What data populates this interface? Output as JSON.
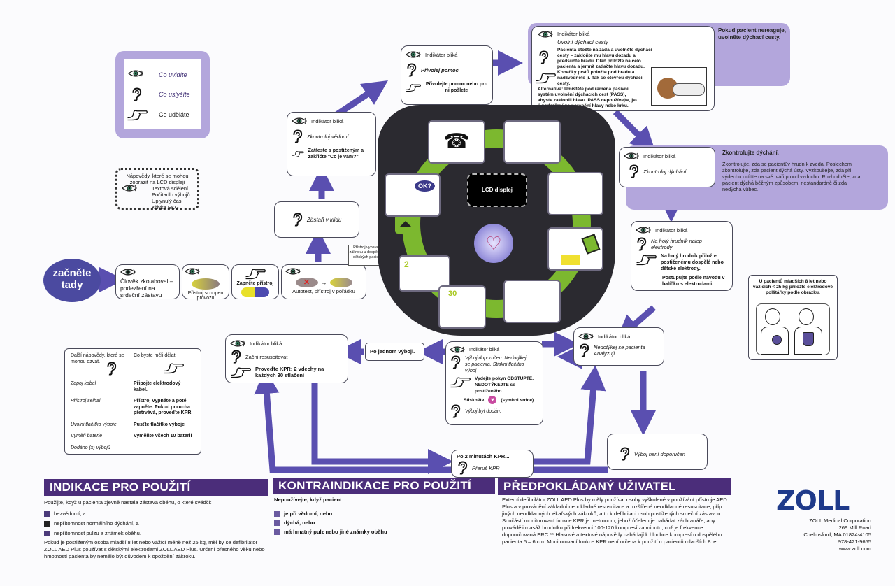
{
  "legend": {
    "see": "Co uvidíte",
    "hear": "Co uslyšíte",
    "do": "Co uděláte"
  },
  "lcd_hints": {
    "title": "Nápovědy, které se mohou zobrazit na LCD displeji",
    "items": [
      "Textová sdělení",
      "Počitadlo výbojů",
      "Uplynulý čas",
      "Křivka EKG"
    ]
  },
  "start": {
    "label_line1": "začněte",
    "label_line2": "tady"
  },
  "steps_row": {
    "collapsed": "Člověk zkolaboval – podezření na srdeční zástavu",
    "ready": "Přístroj schopen provozu",
    "power_on": "Zapněte přístroj",
    "selftest": "Autotest, přístroj v pořádku",
    "pediatric_note": "Přístroj vybaven k zákroku u dospělých a dětských pacientů"
  },
  "stay_calm": {
    "hear": "Zůstaň v klidu"
  },
  "check_resp": {
    "see": "Indikátor bliká",
    "hear": "Zkontroluj vědomí",
    "do": "Zatřeste s postiženým a zakřičte \"Co je vám?\""
  },
  "call_help": {
    "see": "Indikátor bliká",
    "hear": "Přivolej pomoc",
    "do": "Přivolejte pomoc nebo pro ni pošlete"
  },
  "airway": {
    "see": "Indikátor bliká",
    "hear": "Uvolni dýchací cesty",
    "do": "Pacienta otočte na záda a uvolněte dýchací cesty – zakloňte mu hlavu dozadu a předsuňte bradu. Dlaň přiložte na čelo pacienta a jemně zatlačte hlavu dozadu. Konečky prstů položte pod bradu a nadzvedněte ji. Tak se otevřou dýchací cesty.",
    "alt": "Alternativa: Umístěte pod ramena pasivní systém uvolnění dýchacích cest (PASS), abyste zaklonili hlavu. PASS nepoužívejte, je-li podezření na poranění hlavy nebo krku.",
    "note": "Pokud pacient nereaguje, uvolněte dýchací cesty."
  },
  "breathing": {
    "see": "Indikátor bliká",
    "hear": "Zkontroluj dýchání",
    "note_title": "Zkontrolujte dýchání.",
    "note_body": "Zkontrolujte, zda se pacientův hrudník zvedá. Poslechem zkontrolujte, zda pacient dýchá ústy. Vyzkoušejte, zda při výdechu ucítíte na své tváři proud vzduchu. Rozhodněte, zda pacient dýchá běžným způsobem, nestandardně či zda nedýchá vůbec."
  },
  "pads": {
    "see": "Indikátor bliká",
    "hear": "Na holý hrudník nalep elektrody",
    "do": "Na holý hrudník přiložte postiženému dospělé nebo dětské elektrody.",
    "do2": "Postupujte podle návodu v balíčku s elektrodami."
  },
  "child_note": "U pacientů mladších 8 let nebo vážících < 25 kg přiložte elektrodové polštářky podle obrázku.",
  "device": {
    "lcd_label": "LCD displej",
    "cpr_30": "30",
    "breaths_2": "2"
  },
  "analyze": {
    "see": "Indikátor bliká",
    "hear": "Nedotýkej se pacienta Analyzuji"
  },
  "shock": {
    "see": "Indikátor bliká",
    "hear": "Výboj doporučen. Nedotýkej se pacienta. Stiskni tlačítko výboj",
    "do": "Vydejte pokyn ODSTUPTE. NEDOTÝKEJTE se postiženého.",
    "press": "Stiskněte",
    "press_symbol": "(symbol srdce)",
    "hear2": "Výboj byl dodán."
  },
  "after_shock": "Po jednom výboji.",
  "cpr": {
    "see": "Indikátor bliká",
    "hear": "Začni resuscitovat",
    "do": "Proveďte KPR: 2 vdechy na každých 30 stlačení"
  },
  "after_2min": {
    "title": "Po 2 minutách KPR...",
    "hear": "Přeruš KPR"
  },
  "no_shock": {
    "hear": "Výboj není doporučen"
  },
  "other_prompts": {
    "col1_header": "Další nápovědy, které se mohou ozvat.",
    "col2_header": "Co byste měli dělat:",
    "rows": [
      {
        "prompt": "Zapoj kabel",
        "action": "Připojte elektrodový kabel."
      },
      {
        "prompt": "Přístroj selhal",
        "action": "Přístroj vypněte a poté zapněte. Pokud porucha přetrvává, proveďte KPR."
      },
      {
        "prompt": "Uvolni tlačítko výboje",
        "action": "Pusťte tlačítko výboje"
      },
      {
        "prompt": "Vyměň baterie",
        "action": "Vyměňte všech 10 baterií"
      },
      {
        "prompt": "Dodáno (x) výbojů",
        "action": ""
      }
    ]
  },
  "indications": {
    "title": "INDIKACE PRO POUŽITÍ",
    "intro": "Použijte, když u pacienta zjevně nastala zástava oběhu, o které svědčí:",
    "items": [
      "bezvědomí, a",
      "nepřítomnost normálního dýchání, a",
      "nepřítomnost pulzu a známek oběhu."
    ],
    "footer": "Pokud je postiženým osoba mladší 8 let nebo vážící méně než 25 kg, měl by se defibrilátor ZOLL AED Plus používat s dětskými elektrodami ZOLL AED Plus. Určení přesného věku nebo hmotnosti pacienta by nemělo být důvodem k opoždění zákroku."
  },
  "contraindications": {
    "title": "KONTRAINDIKACE PRO POUŽITÍ",
    "intro": "Nepoužívejte, když pacient:",
    "items": [
      "je při vědomí, nebo",
      "dýchá, nebo",
      "má hmatný pulz nebo jiné známky oběhu"
    ]
  },
  "intended_user": {
    "title": "PŘEDPOKLÁDANÝ UŽIVATEL",
    "body": "Externí defibrilátor ZOLL AED Plus by měly používat osoby vyškolené v používání přístroje AED Plus a v provádění základní neodkladné resuscitace a rozšířené neodkladné resuscitace, příp. jiných neodkladných lékařských zákroků, a to k defibrilaci osob postižených srdeční zástavou. Součástí monitorovací funkce KPR je metronom, jehož účelem je nabádat záchranáře, aby prováděli masáž hrudníku při frekvenci 100-120 kompresí za minutu, což je frekvence doporučovaná ERC.** Hlasové a textové nápovědy nabádají k hloubce kompresí u dospělého pacienta 5 – 6 cm. Monitorovací funkce KPR není určena k použití u pacientů mladších 8 let."
  },
  "zoll": {
    "logo": "ZOLL",
    "company": "ZOLL Medical Corporation",
    "street": "269 Mill Road",
    "city": "Chelmsford, MA 01824-4105",
    "phone": "978-421-9655",
    "web": "www.zoll.com"
  },
  "colors": {
    "purple": "#4b2d7a",
    "arrow": "#5a4fb0",
    "lavender": "#b3a6dc",
    "green": "#7cb82f",
    "device": "#2b2a30"
  }
}
